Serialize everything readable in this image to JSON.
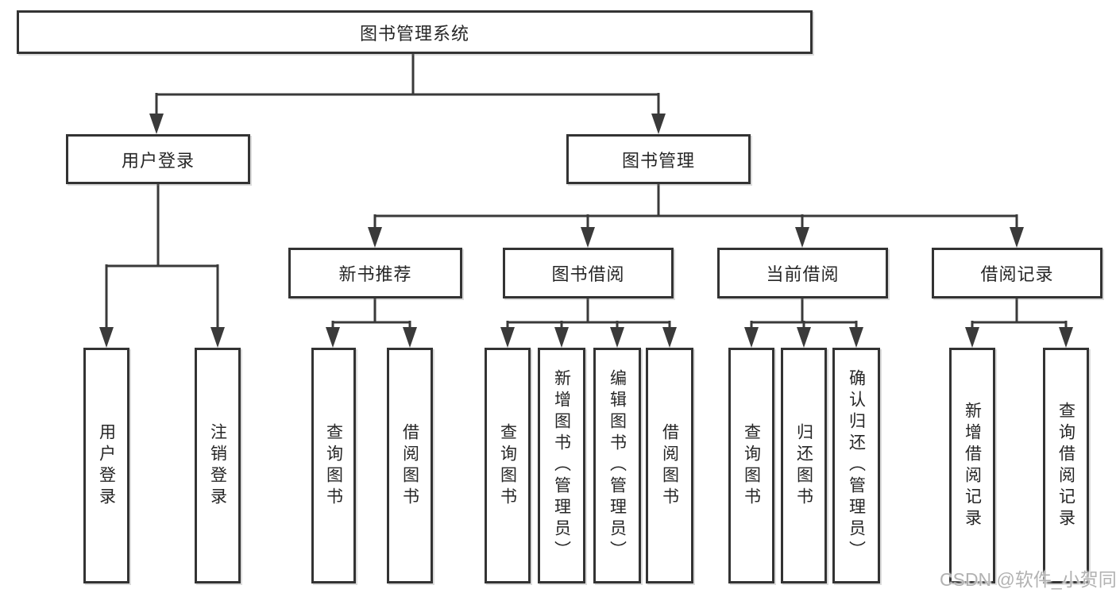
{
  "title": "图书管理系统",
  "level2": {
    "user_login": "用户登录",
    "book_mgmt": "图书管理"
  },
  "level3": {
    "new_book_rec": "新书推荐",
    "book_borrow": "图书借阅",
    "current_borrow": "当前借阅",
    "borrow_records": "借阅记录"
  },
  "leaves": {
    "user_login": [
      "用户登录",
      "注销登录"
    ],
    "new_book_rec": [
      "查询图书",
      "借阅图书"
    ],
    "book_borrow": [
      "查询图书",
      "新增图书（管理员）",
      "编辑图书（管理员）",
      "借阅图书"
    ],
    "current_borrow": [
      "查询图书",
      "归还图书",
      "确认归还（管理员）"
    ],
    "borrow_records": [
      "新增借阅记录",
      "查询借阅记录"
    ]
  },
  "watermark": "CSDN @软件_小贺同学",
  "colors": {
    "line": "#3a3a3a",
    "box_border": "#333333",
    "text": "#262626",
    "background": "#ffffff",
    "watermark": "#b2b2b2"
  }
}
